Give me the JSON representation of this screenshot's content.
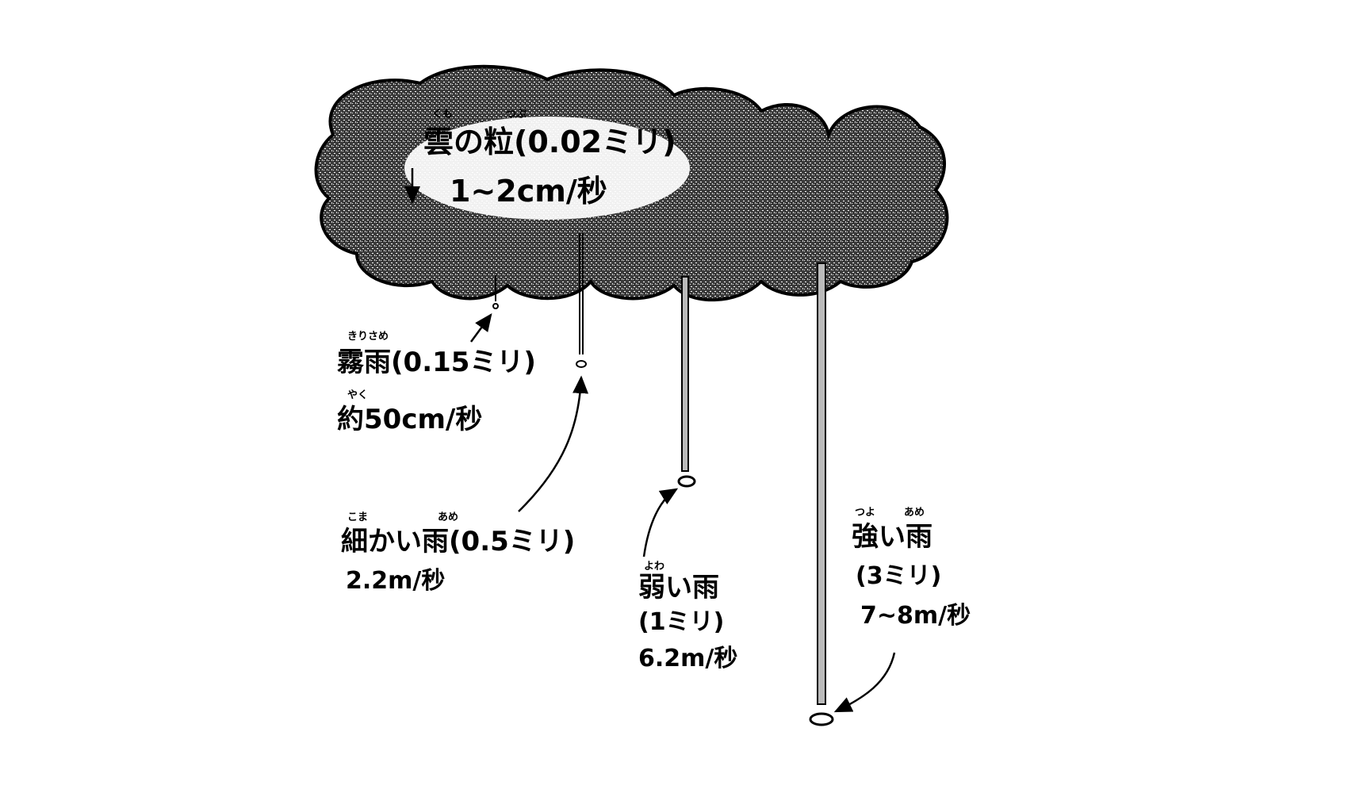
{
  "cloud": {
    "furigana_kumo": "くも",
    "furigana_tsubu": "つぶ",
    "title": "雲の粒(0.02ミリ)",
    "speed": "1~2cm/秒"
  },
  "drops": [
    {
      "furigana": "きりさめ",
      "name": "霧雨(0.15ミリ)",
      "speed_furigana": "やく",
      "speed": "約50cm/秒"
    },
    {
      "furigana_1": "こま",
      "furigana_2": "あめ",
      "name": "細かい雨(0.5ミリ)",
      "speed": "2.2m/秒"
    },
    {
      "furigana": "よわ",
      "name": "弱い雨",
      "size": "(1ミリ)",
      "speed": "6.2m/秒"
    },
    {
      "furigana_1": "つよ",
      "furigana_2": "あめ",
      "name": "強い雨",
      "size": "(3ミリ)",
      "speed": "7~8m/秒"
    }
  ],
  "colors": {
    "ink": "#000000",
    "cloud": "#4a4a4a",
    "paper": "#ffffff"
  }
}
